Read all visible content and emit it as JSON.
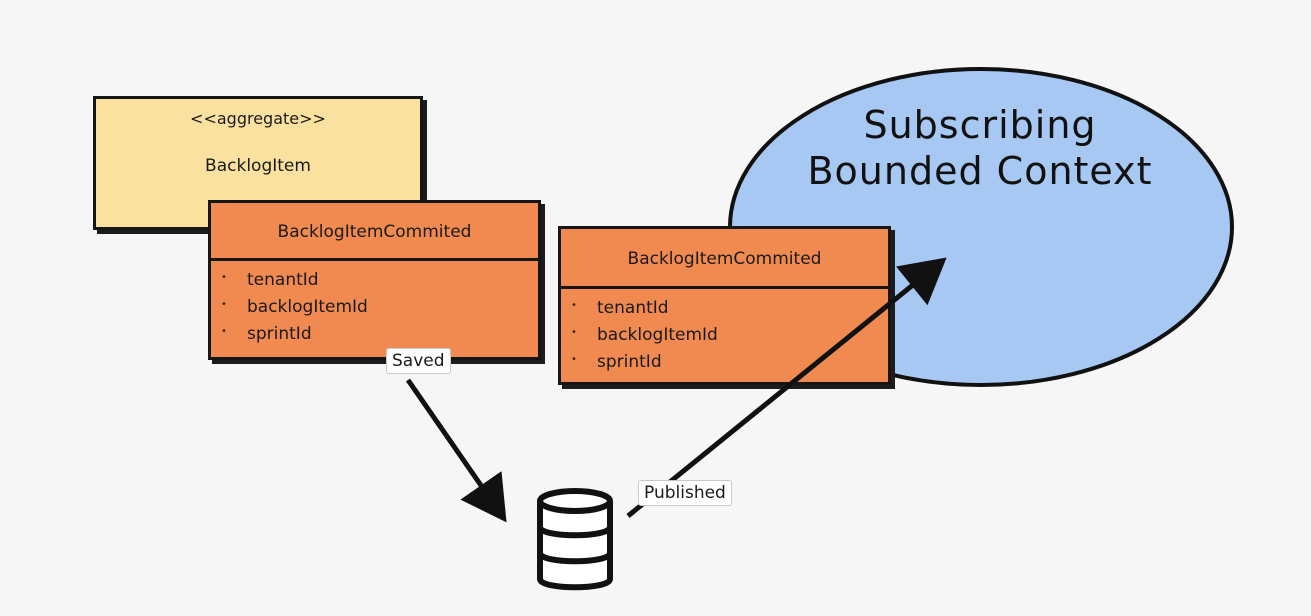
{
  "aggregate": {
    "stereotype": "<<aggregate>>",
    "name": "BacklogItem",
    "fill": "#fae19f"
  },
  "event_left": {
    "title": "BacklogItemCommited",
    "fields": [
      "tenantId",
      "backlogItemId",
      "sprintId"
    ],
    "fill": "#f08a50"
  },
  "event_right": {
    "title": "BacklogItemCommited",
    "fields": [
      "tenantId",
      "backlogItemId",
      "sprintId"
    ],
    "fill": "#f08a50"
  },
  "context": {
    "title": "Subscribing Bounded Context",
    "fill": "#a8c8f4"
  },
  "edges": {
    "saved_label": "Saved",
    "published_label": "Published"
  },
  "icons": {
    "database": "database-icon"
  }
}
